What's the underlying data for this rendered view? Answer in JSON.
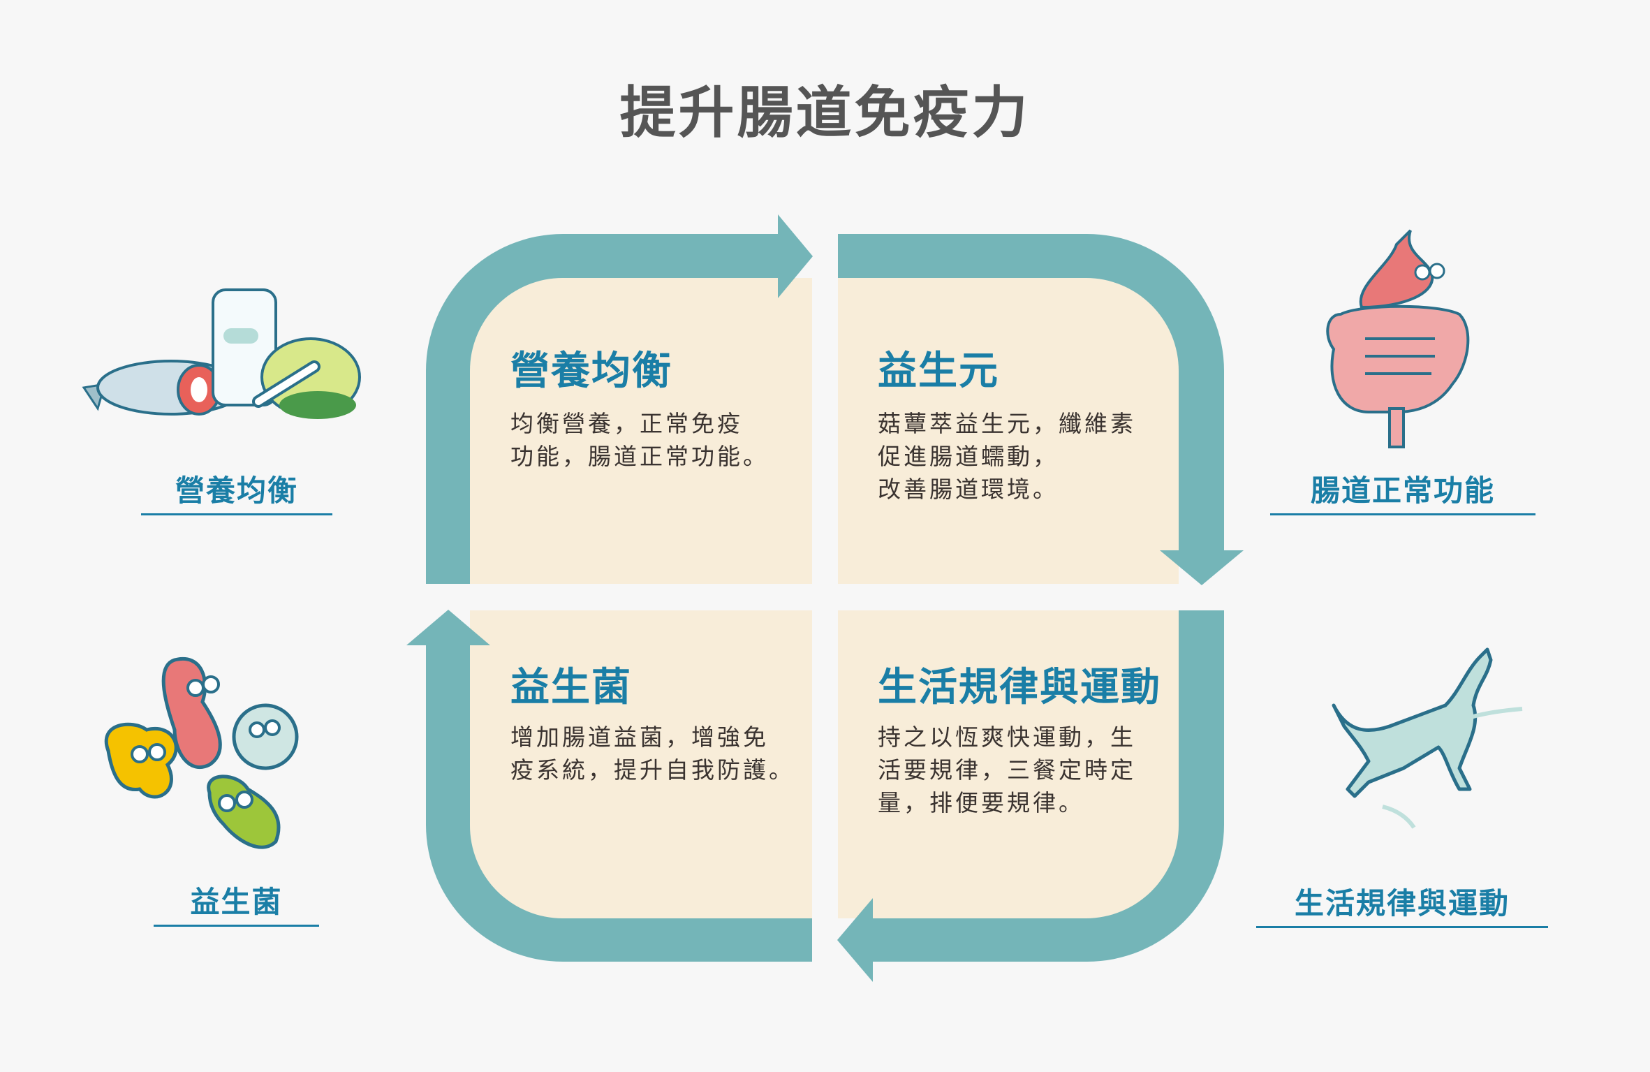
{
  "title": "提升腸道免疫力",
  "colors": {
    "ring": "#74b5b8",
    "panel": "#f8edd9",
    "accent": "#1a7ea6",
    "text": "#3a3330"
  },
  "quadrants": [
    {
      "title": "營養均衡",
      "lines": [
        "均衡營養，正常免疫",
        "功能，腸道正常功能。"
      ]
    },
    {
      "title": "益生元",
      "lines": [
        "菇蕈萃益生元，纖維素",
        "促進腸道蠕動，",
        "改善腸道環境。"
      ]
    },
    {
      "title": "益生菌",
      "lines": [
        "增加腸道益菌，增強免",
        "疫系統，提升自我防護。"
      ]
    },
    {
      "title": "生活規律與運動",
      "lines": [
        "持之以恆爽快運動，生",
        "活要規律，三餐定時定",
        "量，排便要規律。"
      ]
    }
  ],
  "side_labels": {
    "top_left": "營養均衡",
    "top_right": "腸道正常功能",
    "bottom_left": "益生菌",
    "bottom_right": "生活規律與運動"
  }
}
